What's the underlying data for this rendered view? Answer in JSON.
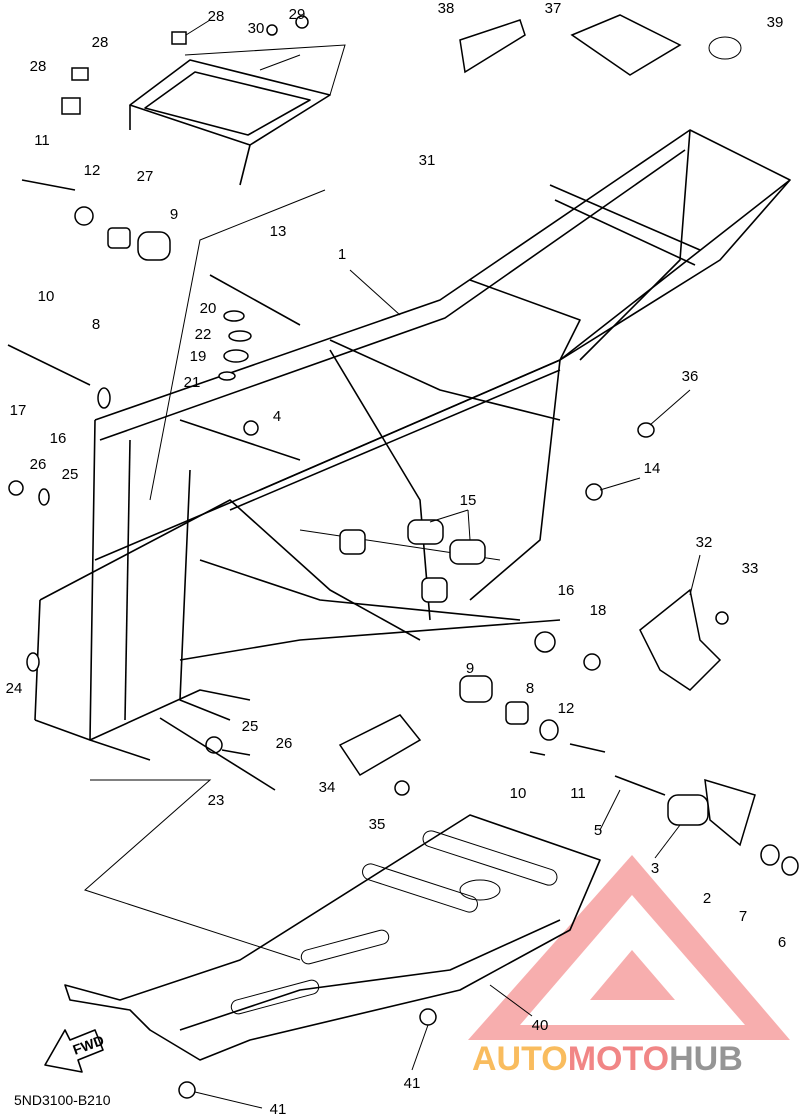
{
  "diagram": {
    "code": "5ND3100-B210",
    "fwd_label": "FWD",
    "callouts": [
      "28",
      "30",
      "29",
      "38",
      "37",
      "39",
      "28",
      "28",
      "11",
      "12",
      "9",
      "27",
      "31",
      "13",
      "10",
      "8",
      "1",
      "20",
      "22",
      "19",
      "21",
      "17",
      "16",
      "36",
      "4",
      "26",
      "25",
      "14",
      "15",
      "32",
      "33",
      "16",
      "18",
      "24",
      "9",
      "8",
      "12",
      "25",
      "26",
      "10",
      "11",
      "34",
      "23",
      "35",
      "5",
      "3",
      "2",
      "7",
      "6",
      "40",
      "41",
      "41"
    ]
  },
  "watermark": {
    "part1": "AUTO",
    "part2": "MOTO",
    "part3": "HUB",
    "colors": {
      "auto": "#f9b54d",
      "moto": "#f07a7a",
      "hub": "#8a8a8a",
      "triangle": "#f49a9a"
    }
  }
}
